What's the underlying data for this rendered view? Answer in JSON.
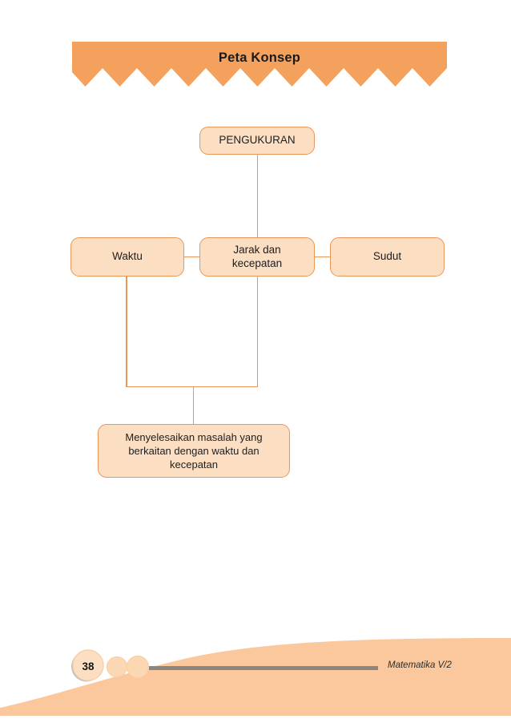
{
  "page": {
    "background_color": "#ffffff",
    "accent_orange": "#f5a15e",
    "node_fill": "#fcdfc3",
    "node_border": "#e8975a",
    "footer_peach": "#fac89c",
    "rule_gray": "#8a8783"
  },
  "header": {
    "title": "Peta Konsep",
    "banner_shape": "zigzag-bottom-banner",
    "zigzag_teeth": 11
  },
  "chart_data": {
    "type": "diagram",
    "title": "Peta Konsep",
    "diagram_kind": "concept-map",
    "nodes": [
      {
        "id": "pengukuran",
        "label": "PENGUKURAN",
        "level": 0
      },
      {
        "id": "waktu",
        "label": "Waktu",
        "level": 1
      },
      {
        "id": "jarak",
        "label": "Jarak dan\nkecepatan",
        "level": 1
      },
      {
        "id": "sudut",
        "label": "Sudut",
        "level": 1
      },
      {
        "id": "masalah",
        "label": "Menyelesaikan masalah yang\nberkaitan dengan waktu dan\nkecepatan",
        "level": 2
      }
    ],
    "edges": [
      {
        "from": "pengukuran",
        "to": "jarak",
        "style": "vertical"
      },
      {
        "from": "waktu",
        "to": "jarak",
        "style": "horizontal"
      },
      {
        "from": "jarak",
        "to": "sudut",
        "style": "horizontal"
      },
      {
        "from": "waktu",
        "to": "masalah",
        "style": "elbow"
      },
      {
        "from": "jarak",
        "to": "masalah",
        "style": "elbow"
      }
    ]
  },
  "footer": {
    "page_number": "38",
    "book_label": "Matematika V/2",
    "decor_circles": 3
  }
}
